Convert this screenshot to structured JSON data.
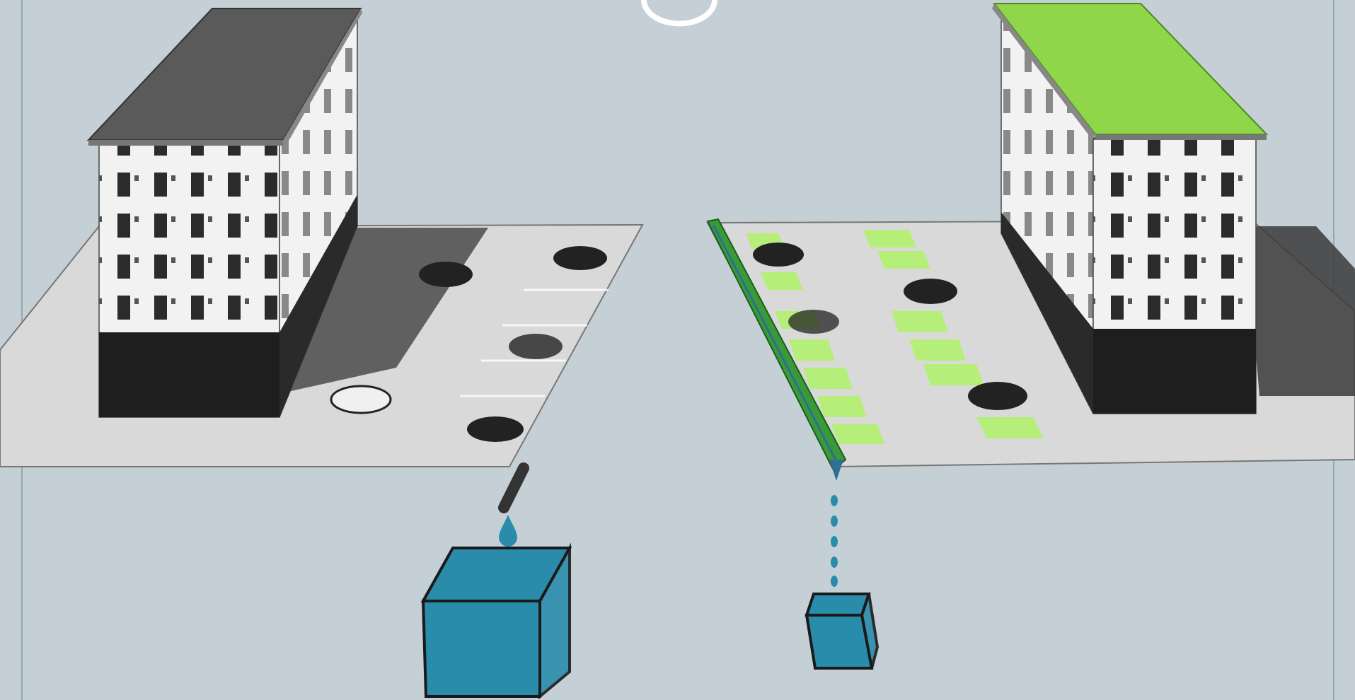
{
  "scene": {
    "background_color": "#c5cfd6",
    "ground_color": "#d9d9d9",
    "building_wall_color": "#f2f2f2",
    "roof_conventional_color": "#5a5a5a",
    "roof_green_color": "#8fd64a",
    "green_strip_color": "#3a9a3a",
    "permeable_paving_color": "#b6ee7a",
    "water_color": "#2a8cab",
    "car_color": "#222222",
    "left_panel": {
      "roof": "conventional",
      "parking_paving": "impermeable",
      "runoff": "large-volume-icon",
      "cars": 5
    },
    "right_panel": {
      "roof": "green-roof",
      "parking_paving": "permeable",
      "runoff": "small-volume-icon",
      "cars": 4
    }
  }
}
